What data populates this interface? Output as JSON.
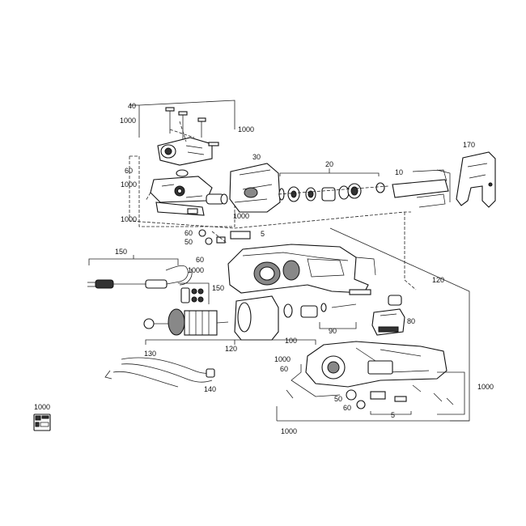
{
  "callouts": {
    "c40": "40",
    "c1000_top_left": "1000",
    "c1000_top_right": "1000",
    "c30": "30",
    "c20": "20",
    "c10": "10",
    "c170": "170",
    "c60_left": "60",
    "c1000_mid_left": "1000",
    "c1000_mid_left2": "1000",
    "c1000_clamp": "1000",
    "c60_a": "60",
    "c5_a": "5",
    "c50_a": "50",
    "c150_cord": "150",
    "c60_b": "60",
    "c1000_b": "1000",
    "c150_brush": "150",
    "c120_right": "120",
    "c130": "130",
    "c120_bottom": "120",
    "c100": "100",
    "c90": "90",
    "c80": "80",
    "c1000_gear_a": "1000",
    "c60_gear": "60",
    "c140": "140",
    "c50_b": "50",
    "c60_c": "60",
    "c5_b": "5",
    "c1000_far_right": "1000",
    "c1000_bottom": "1000",
    "c1000_label": "1000"
  }
}
